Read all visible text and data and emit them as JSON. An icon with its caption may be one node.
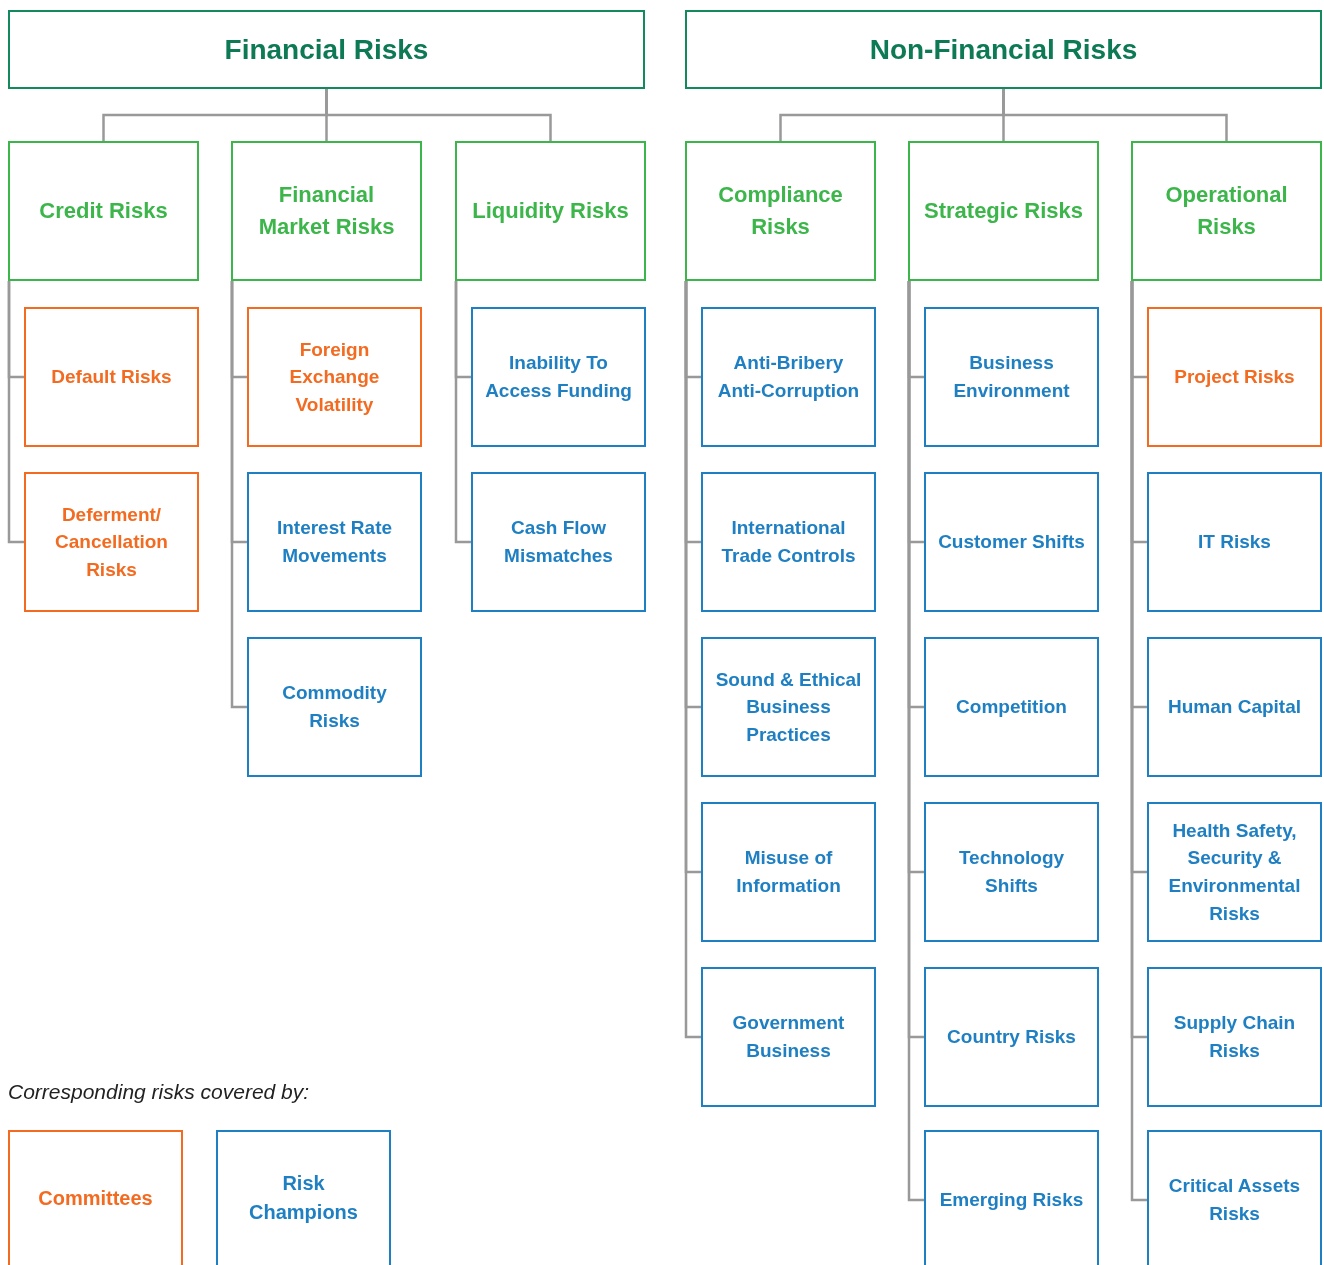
{
  "diagram": {
    "nodes": [
      {
        "text": [
          "Financial Risks"
        ]
      },
      {
        "text": [
          "Non-Financial Risks"
        ]
      },
      {
        "text": [
          "Credit Risks"
        ]
      },
      {
        "text": [
          "Financial Market Risks"
        ]
      },
      {
        "text": [
          "Liquidity Risks"
        ]
      },
      {
        "text": [
          "Compliance Risks"
        ]
      },
      {
        "text": [
          "Strategic Risks"
        ]
      },
      {
        "text": [
          "Operational Risks"
        ]
      },
      {
        "text": [
          "Default Risks"
        ]
      },
      {
        "text": [
          "Deferment/ Cancellation Risks"
        ]
      },
      {
        "text": [
          "Foreign Exchange Volatility"
        ]
      },
      {
        "text": [
          "Interest Rate Movements"
        ]
      },
      {
        "text": [
          "Commodity Risks"
        ]
      },
      {
        "text": [
          "Inability To Access Funding"
        ]
      },
      {
        "text": [
          "Cash Flow Mismatches"
        ]
      },
      {
        "text": [
          "Anti-Bribery Anti-Corruption"
        ]
      },
      {
        "text": [
          "International Trade Controls"
        ]
      },
      {
        "text": [
          "Sound & Ethical Business Practices"
        ]
      },
      {
        "text": [
          "Misuse of Information"
        ]
      },
      {
        "text": [
          "Government Business"
        ]
      },
      {
        "text": [
          "Business Environment"
        ]
      },
      {
        "text": [
          "Customer Shifts"
        ]
      },
      {
        "text": [
          "Competition"
        ]
      },
      {
        "text": [
          "Technology Shifts"
        ]
      },
      {
        "text": [
          "Country Risks"
        ]
      },
      {
        "text": [
          "Emerging Risks"
        ]
      },
      {
        "text": [
          "Project Risks"
        ]
      },
      {
        "text": [
          "IT Risks"
        ]
      },
      {
        "text": [
          "Human Capital"
        ]
      },
      {
        "text": [
          "Health Safety, Security & Environmental Risks"
        ]
      },
      {
        "text": [
          "Supply Chain Risks"
        ]
      },
      {
        "text": [
          "Critical Assets Risks"
        ]
      }
    ],
    "edges": [
      {
        "from": 0,
        "to": 2,
        "arrow": "none"
      },
      {
        "from": 0,
        "to": 3,
        "arrow": "none"
      },
      {
        "from": 0,
        "to": 4,
        "arrow": "none"
      },
      {
        "from": 1,
        "to": 5,
        "arrow": "none"
      },
      {
        "from": 1,
        "to": 6,
        "arrow": "none"
      },
      {
        "from": 1,
        "to": 7,
        "arrow": "none"
      },
      {
        "from": 2,
        "to": 8,
        "arrow": "none"
      },
      {
        "from": 2,
        "to": 9,
        "arrow": "none"
      },
      {
        "from": 3,
        "to": 10,
        "arrow": "none"
      },
      {
        "from": 3,
        "to": 11,
        "arrow": "none"
      },
      {
        "from": 3,
        "to": 12,
        "arrow": "none"
      },
      {
        "from": 4,
        "to": 13,
        "arrow": "none"
      },
      {
        "from": 4,
        "to": 14,
        "arrow": "none"
      },
      {
        "from": 5,
        "to": 15,
        "arrow": "none"
      },
      {
        "from": 5,
        "to": 16,
        "arrow": "none"
      },
      {
        "from": 5,
        "to": 17,
        "arrow": "none"
      },
      {
        "from": 5,
        "to": 18,
        "arrow": "none"
      },
      {
        "from": 5,
        "to": 19,
        "arrow": "none"
      },
      {
        "from": 6,
        "to": 20,
        "arrow": "none"
      },
      {
        "from": 6,
        "to": 21,
        "arrow": "none"
      },
      {
        "from": 6,
        "to": 22,
        "arrow": "none"
      },
      {
        "from": 6,
        "to": 23,
        "arrow": "none"
      },
      {
        "from": 6,
        "to": 24,
        "arrow": "none"
      },
      {
        "from": 6,
        "to": 25,
        "arrow": "none"
      },
      {
        "from": 7,
        "to": 26,
        "arrow": "none"
      },
      {
        "from": 7,
        "to": 27,
        "arrow": "none"
      },
      {
        "from": 7,
        "to": 28,
        "arrow": "none"
      },
      {
        "from": 7,
        "to": 29,
        "arrow": "none"
      },
      {
        "from": 7,
        "to": 30,
        "arrow": "none"
      },
      {
        "from": 7,
        "to": 31,
        "arrow": "none"
      }
    ],
    "labels": [
      "Corresponding risks covered by:"
    ],
    "legend": [
      {
        "text": "Committees",
        "color": "#f26b21"
      },
      {
        "text": "Risk Champions",
        "color": "#1e7fc2"
      }
    ]
  }
}
